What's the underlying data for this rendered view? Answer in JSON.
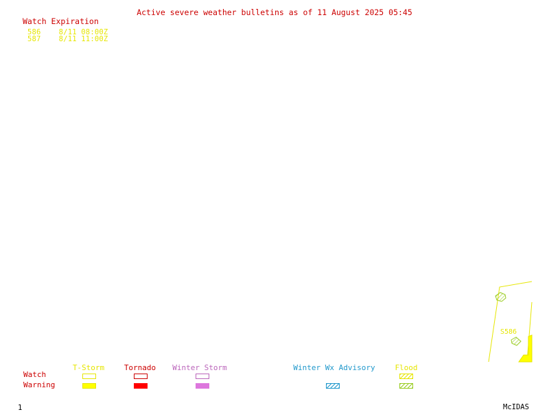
{
  "title": "Active severe weather bulletins as of 11 August 2025 05:45",
  "watch_list": {
    "header": "Watch Expiration",
    "items": [
      {
        "watch": "586",
        "expires": "8/11 08:00Z"
      },
      {
        "watch": "587",
        "expires": "8/11 11:00Z"
      }
    ]
  },
  "map": {
    "watch_label": "S586"
  },
  "legend": {
    "row_labels": {
      "watch": "Watch",
      "warning": "Warning"
    },
    "categories": [
      {
        "name": "T-Storm",
        "color": "#ffff00"
      },
      {
        "name": "Tornado",
        "color": "#ff0000"
      },
      {
        "name": "Winter Storm",
        "color": "#dd77dd"
      },
      {
        "name": "Winter Wx Advisory",
        "color": "#2299cc"
      },
      {
        "name": "Flood",
        "color": "#99cc22"
      }
    ]
  },
  "footer": {
    "frame": "1",
    "brand": "McIDAS"
  }
}
